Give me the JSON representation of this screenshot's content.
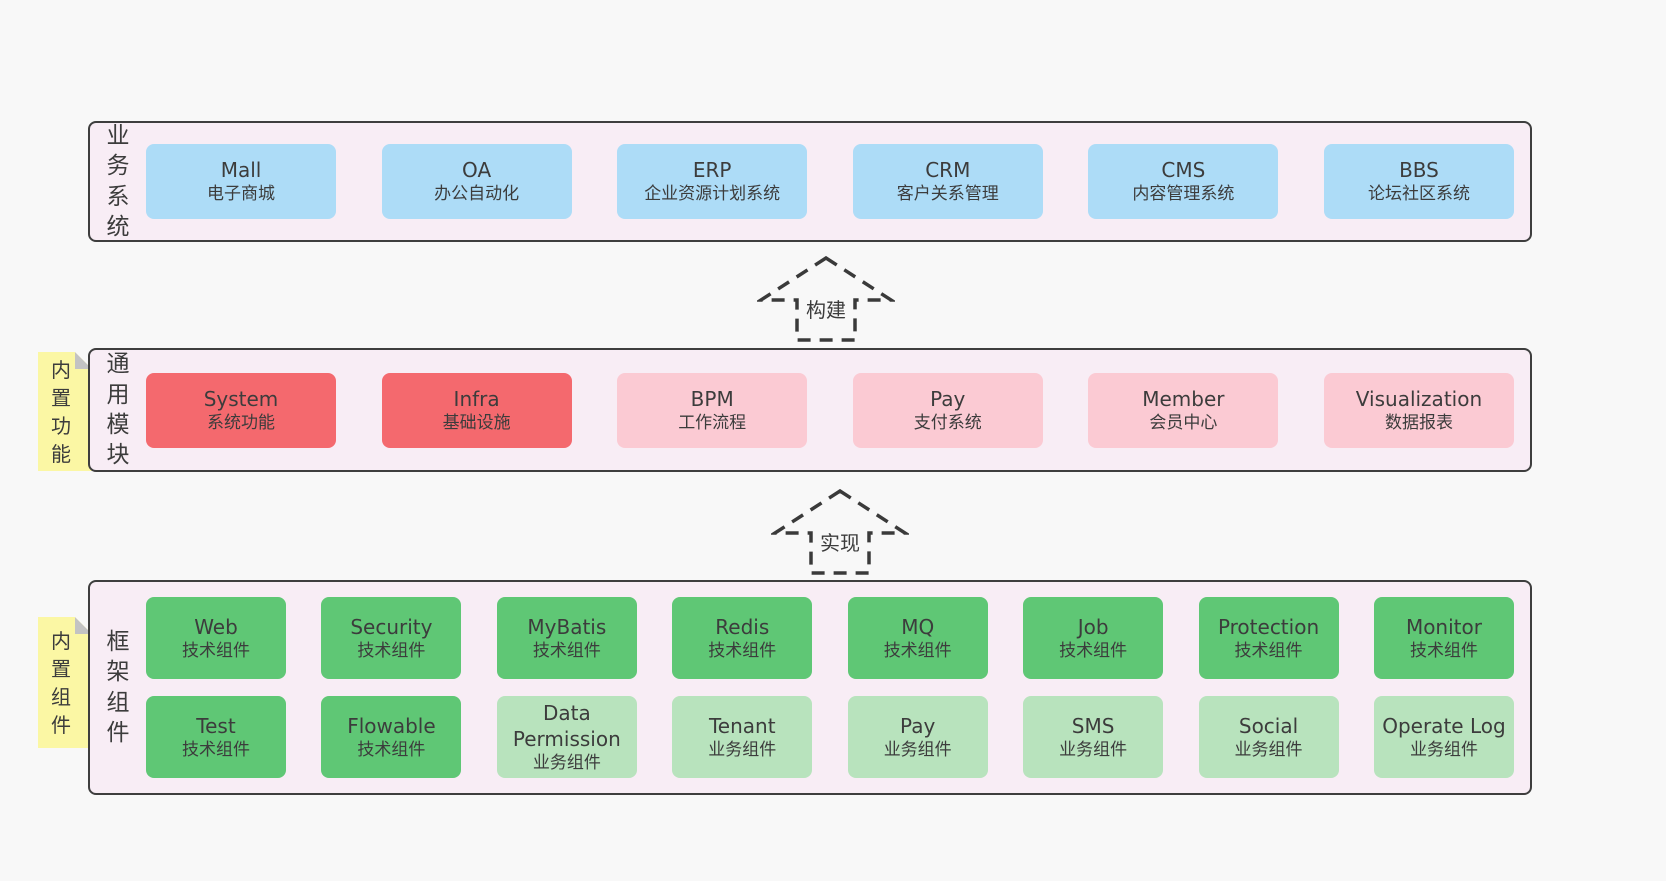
{
  "colors": {
    "page_bg": "#f8f8f8",
    "panel_bg": "#f8edf5",
    "panel_border": "#3e3e3e",
    "blue": "#addcf7",
    "red": "#f4696e",
    "pink": "#fbcad3",
    "green": "#5fc775",
    "light_green": "#b8e3bd",
    "sticky_yellow": "#fbf7a4",
    "fold_gray": "#c3c3c3",
    "text": "#3c3c3c"
  },
  "arrows": {
    "build": "构建",
    "implement": "实现"
  },
  "business": {
    "side_label": "业务系统",
    "boxes": [
      {
        "title": "Mall",
        "subtitle": "电子商城"
      },
      {
        "title": "OA",
        "subtitle": "办公自动化"
      },
      {
        "title": "ERP",
        "subtitle": "企业资源计划系统"
      },
      {
        "title": "CRM",
        "subtitle": "客户关系管理"
      },
      {
        "title": "CMS",
        "subtitle": "内容管理系统"
      },
      {
        "title": "BBS",
        "subtitle": "论坛社区系统"
      }
    ]
  },
  "modules": {
    "side_label": "通用模块",
    "sticky": "内置功能",
    "boxes": [
      {
        "title": "System",
        "subtitle": "系统功能",
        "variant": "red"
      },
      {
        "title": "Infra",
        "subtitle": "基础设施",
        "variant": "red"
      },
      {
        "title": "BPM",
        "subtitle": "工作流程",
        "variant": "pink"
      },
      {
        "title": "Pay",
        "subtitle": "支付系统",
        "variant": "pink"
      },
      {
        "title": "Member",
        "subtitle": "会员中心",
        "variant": "pink"
      },
      {
        "title": "Visualization",
        "subtitle": "数据报表",
        "variant": "pink"
      }
    ]
  },
  "framework": {
    "side_label": "框架组件",
    "sticky": "内置组件",
    "row1": [
      {
        "title": "Web",
        "subtitle": "技术组件",
        "variant": "green"
      },
      {
        "title": "Security",
        "subtitle": "技术组件",
        "variant": "green"
      },
      {
        "title": "MyBatis",
        "subtitle": "技术组件",
        "variant": "green"
      },
      {
        "title": "Redis",
        "subtitle": "技术组件",
        "variant": "green"
      },
      {
        "title": "MQ",
        "subtitle": "技术组件",
        "variant": "green"
      },
      {
        "title": "Job",
        "subtitle": "技术组件",
        "variant": "green"
      },
      {
        "title": "Protection",
        "subtitle": "技术组件",
        "variant": "green"
      },
      {
        "title": "Monitor",
        "subtitle": "技术组件",
        "variant": "green"
      }
    ],
    "row2": [
      {
        "title": "Test",
        "subtitle": "技术组件",
        "variant": "green"
      },
      {
        "title": "Flowable",
        "subtitle": "技术组件",
        "variant": "green"
      },
      {
        "title": "Data Permission",
        "subtitle": "业务组件",
        "variant": "light"
      },
      {
        "title": "Tenant",
        "subtitle": "业务组件",
        "variant": "light"
      },
      {
        "title": "Pay",
        "subtitle": "业务组件",
        "variant": "light"
      },
      {
        "title": "SMS",
        "subtitle": "业务组件",
        "variant": "light"
      },
      {
        "title": "Social",
        "subtitle": "业务组件",
        "variant": "light"
      },
      {
        "title": "Operate Log",
        "subtitle": "业务组件",
        "variant": "light"
      }
    ]
  }
}
